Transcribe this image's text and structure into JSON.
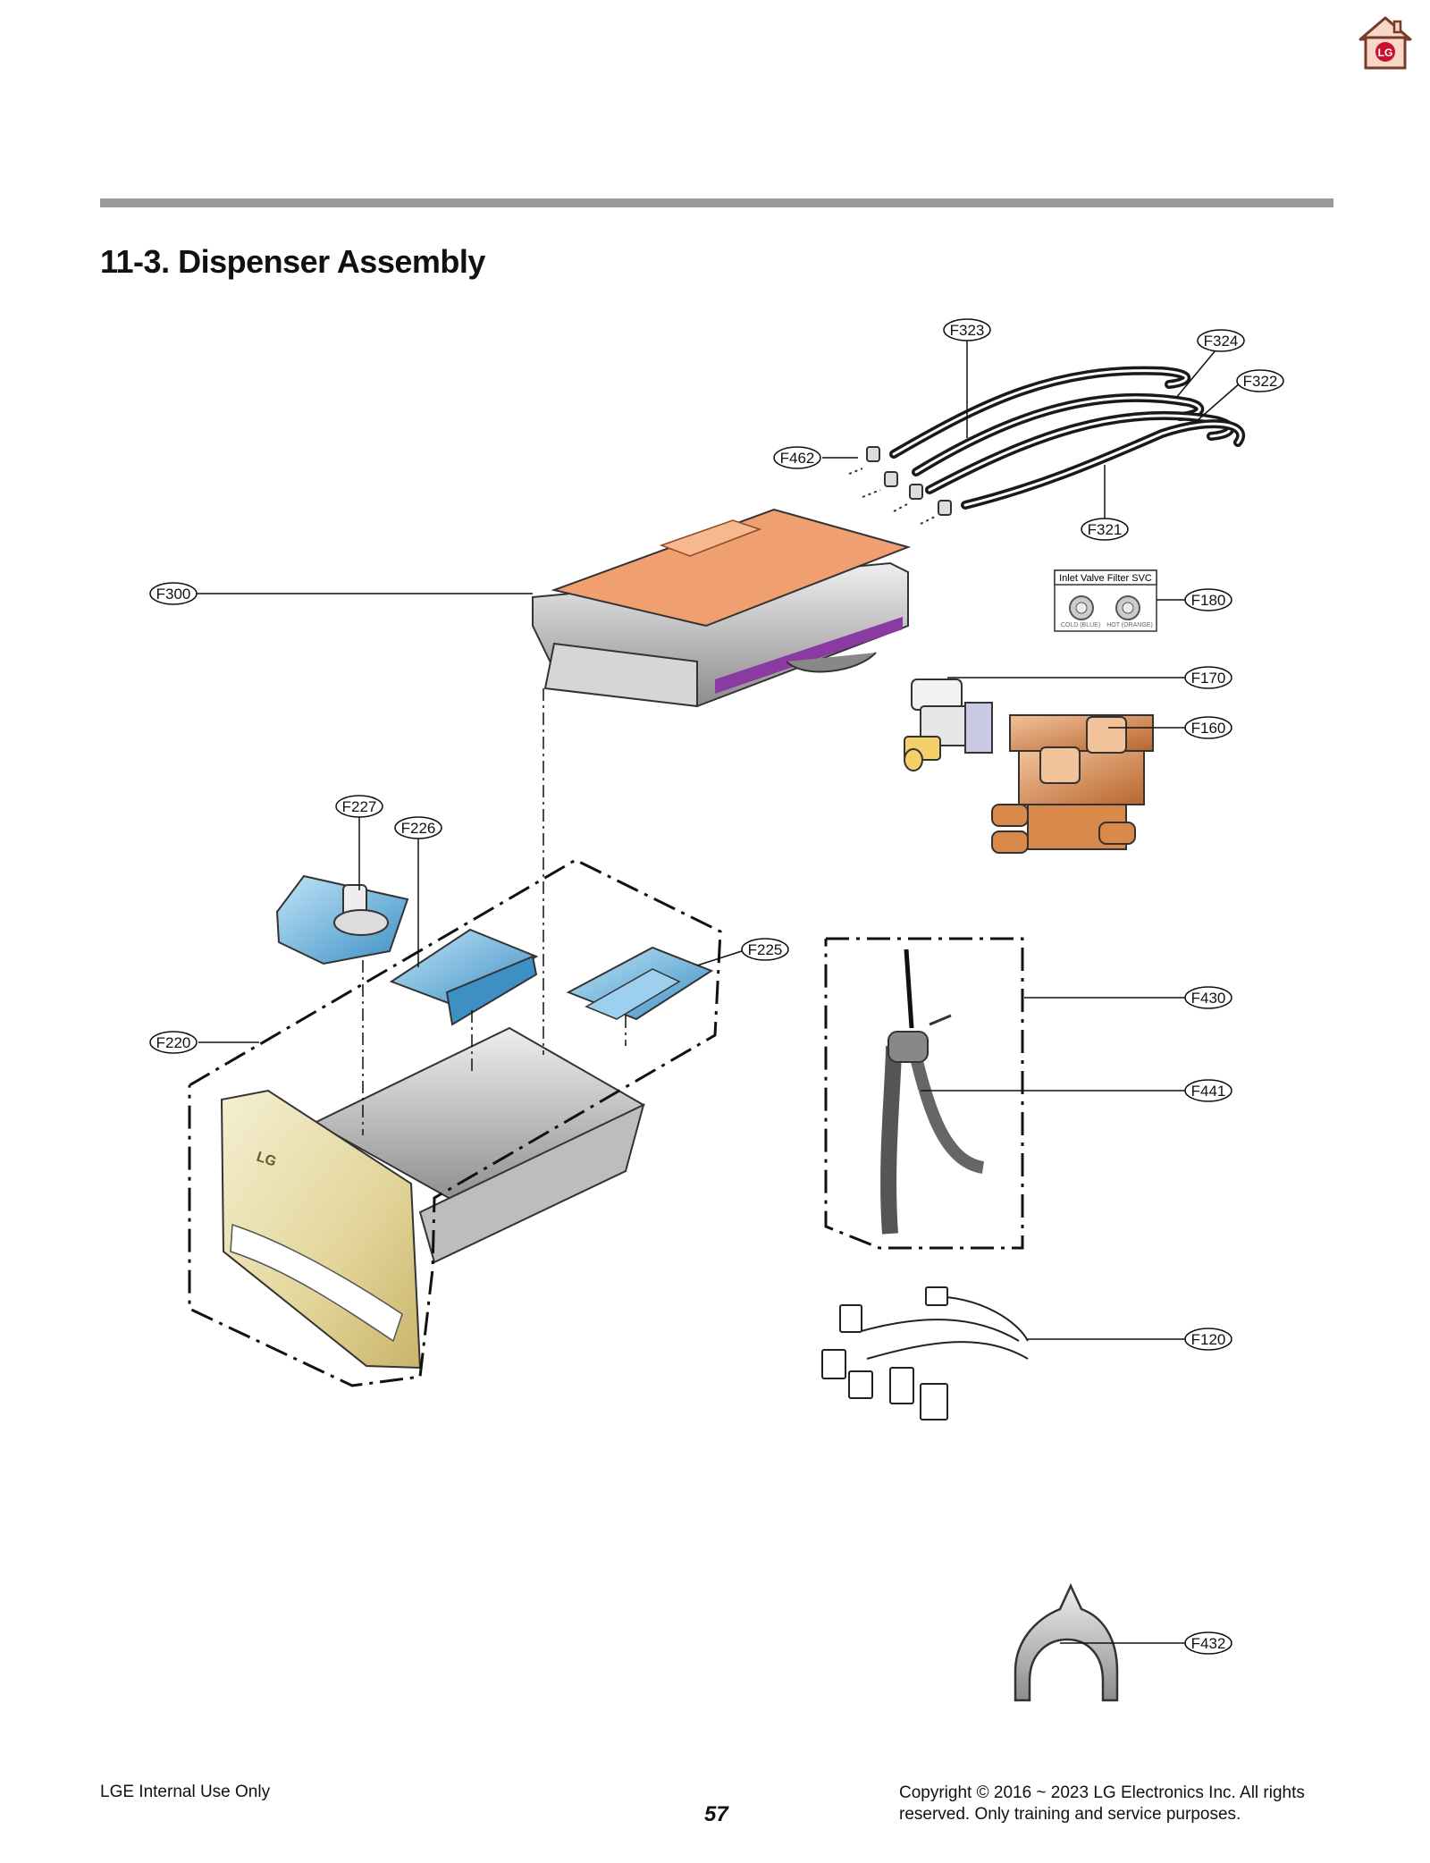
{
  "header": {
    "home_icon": "lg-home-icon"
  },
  "section": {
    "title": "11-3. Dispenser Assembly"
  },
  "callouts": {
    "f323": "F323",
    "f324": "F324",
    "f322": "F322",
    "f462": "F462",
    "f321": "F321",
    "f300": "F300",
    "f180": "F180",
    "f170": "F170",
    "f160": "F160",
    "f227": "F227",
    "f226": "F226",
    "f225": "F225",
    "f220": "F220",
    "f430": "F430",
    "f441": "F441",
    "f120": "F120",
    "f432": "F432"
  },
  "filter_card": {
    "title": "Inlet Valve Filter SVC",
    "cold": "COLD (BLUE)",
    "hot": "HOT (ORANGE)"
  },
  "drawer_logo": "LG",
  "footer": {
    "left": "LGE Internal Use Only",
    "page_number": "57",
    "copyright_line1": "Copyright © 2016 ~ 2023 LG Electronics Inc. All rights",
    "copyright_line2": "reserved. Only training and service purposes."
  },
  "colors": {
    "rule": "#9a9a9a",
    "lid": "#f0a070",
    "blue_part": "#5aa8d8",
    "valve": "#d98a4a",
    "drawer": "#e8dfa8",
    "logo_red": "#c8102e"
  }
}
